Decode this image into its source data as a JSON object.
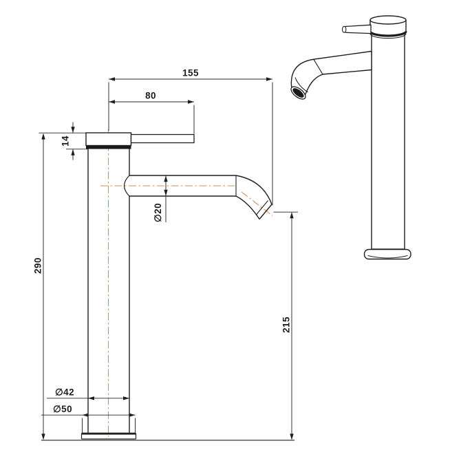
{
  "drawing": {
    "type": "faucet-technical-drawing",
    "views": {
      "front": "front-dimension-view",
      "rendered": "perspective-line-illustration"
    }
  },
  "colors": {
    "outline": "#1f1f1f",
    "dimension_line": "#262626",
    "centerline": "#c9915e",
    "dark_fill": "#1a1a1a",
    "background": "#ffffff"
  },
  "dimensions": {
    "total_reach": "155",
    "handle_length": "80",
    "cap_height": "14",
    "overall_height": "290",
    "spout_height": "215",
    "spout_diameter": "∅20",
    "body_diameter": "∅42",
    "base_diameter": "∅50"
  }
}
